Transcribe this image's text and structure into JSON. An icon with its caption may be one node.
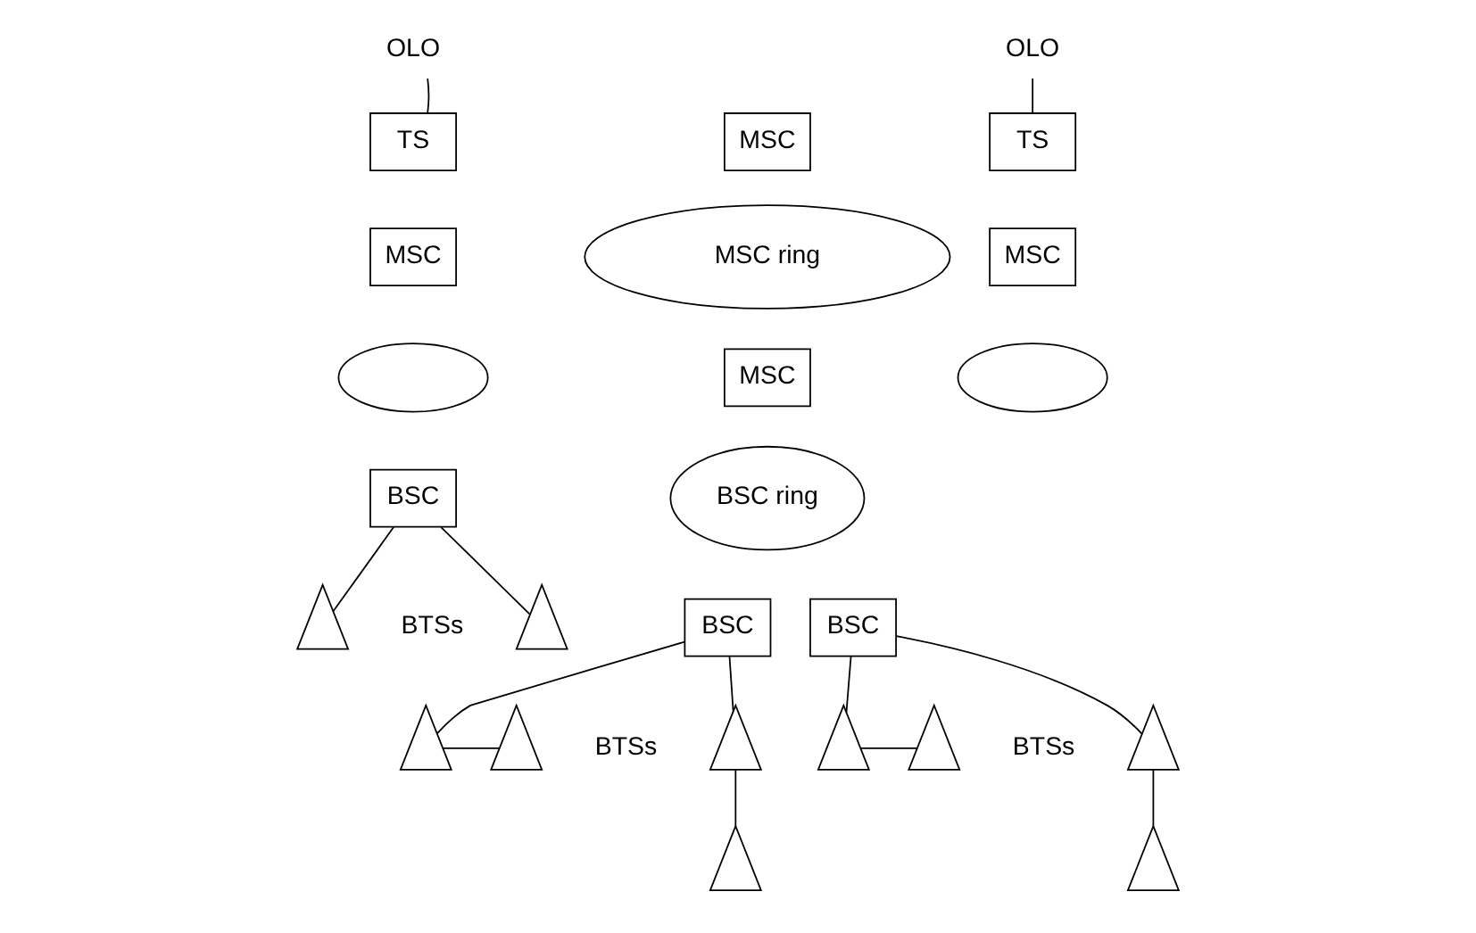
{
  "diagram": {
    "nodes": [
      {
        "text": [
          "OLO"
        ]
      },
      {
        "text": [
          "TS"
        ]
      },
      {
        "text": [
          "MSC"
        ]
      },
      {
        "text": [
          "TS"
        ]
      },
      {
        "text": [
          "OLO"
        ]
      },
      {
        "text": [
          "MSC"
        ]
      },
      {
        "text": [
          "MSC ring"
        ]
      },
      {
        "text": [
          "MSC"
        ]
      },
      {
        "text": [],
        "shape": "ellipse"
      },
      {
        "text": [
          "MSC"
        ]
      },
      {
        "text": [],
        "shape": "ellipse"
      },
      {
        "text": [
          "BSC"
        ]
      },
      {
        "text": [
          "BSC ring"
        ]
      },
      {
        "text": [],
        "shape": "triangle"
      },
      {
        "text": [],
        "shape": "triangle"
      },
      {
        "text": [
          "BSC"
        ]
      },
      {
        "text": [
          "BSC"
        ]
      },
      {
        "text": [],
        "shape": "triangle"
      },
      {
        "text": [],
        "shape": "triangle"
      },
      {
        "text": [],
        "shape": "triangle"
      },
      {
        "text": [],
        "shape": "triangle"
      },
      {
        "text": [],
        "shape": "triangle"
      },
      {
        "text": [],
        "shape": "triangle"
      },
      {
        "text": [],
        "shape": "triangle"
      },
      {
        "text": [],
        "shape": "triangle"
      }
    ],
    "edges": [
      {
        "from": 0,
        "to": 1,
        "arrow": "none"
      },
      {
        "from": 3,
        "to": 4,
        "arrow": "none"
      },
      {
        "from": 11,
        "to": 13,
        "arrow": "none"
      },
      {
        "from": 11,
        "to": 14,
        "arrow": "none"
      },
      {
        "from": 15,
        "to": 18,
        "arrow": "none"
      },
      {
        "from": 15,
        "to": 19,
        "arrow": "none"
      },
      {
        "from": 18,
        "to": 17,
        "arrow": "none"
      },
      {
        "from": 19,
        "to": 20,
        "arrow": "none"
      },
      {
        "from": 16,
        "to": 22,
        "arrow": "none"
      },
      {
        "from": 16,
        "to": 23,
        "arrow": "none"
      },
      {
        "from": 22,
        "to": 21,
        "arrow": "none"
      },
      {
        "from": 23,
        "to": 24,
        "arrow": "none"
      }
    ],
    "labels": [
      "BTSs",
      "BTSs",
      "BTSs"
    ]
  }
}
